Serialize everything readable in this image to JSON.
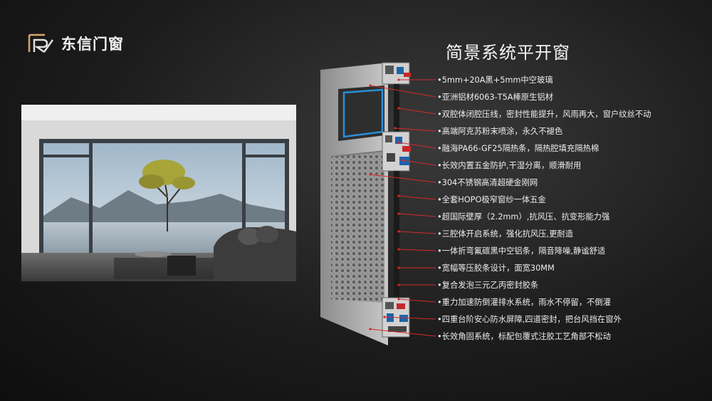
{
  "brand": {
    "name": "东信门窗"
  },
  "title": "简景系统平开窗",
  "colors": {
    "accent": "#d42a2a",
    "frame": "#a3a3a3",
    "background": "#1c1c1c"
  },
  "features": [
    "•5mm+20A黑+5mm中空玻璃",
    "•亚洲铝材6063-T5A棒原生铝材",
    "•双腔体闭腔压线，密封性能提升，风雨再大，窗户纹丝不动",
    "•高端阿克苏粉末喷涂，永久不褪色",
    "•融海PA66-GF25隔热条，隔热腔填充隔热棉",
    "•长效内置五金防护,干湿分离，顺滑耐用",
    "•304不锈钢高清超硬金刚网",
    "•全套HOPO极窄窗纱一体五金",
    "•超国际壁厚（2.2mm）,抗风压、抗变形能力强",
    "•三腔体开启系统，强化抗风压,更耐造",
    "•一体折弯氟碳黑中空铝条，隔音降噪,静谧舒适",
    "•宽幅等压胶条设计，面宽30MM",
    "•复合发泡三元乙丙密封胶条",
    "•重力加速防倒灌排水系统，雨水不停留，不倒灌",
    "•四重台阶安心防水屏障,四道密封，把台风挡在窗外",
    "•长效角固系统，标配包覆式注胶工艺角部不松动"
  ]
}
